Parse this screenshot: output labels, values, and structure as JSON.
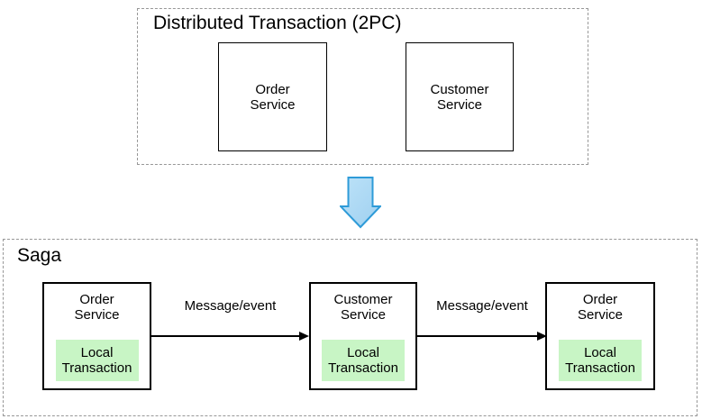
{
  "colors": {
    "canvas_bg": "#ffffff",
    "box_border": "#000000",
    "dashed_border": "#979797",
    "local_transaction_fill": "#c8f5c5",
    "down_arrow_stroke": "#2e9bd8",
    "down_arrow_fill_top": "#bce2f8",
    "down_arrow_fill_bottom": "#9fd0f0",
    "connector_color": "#000000",
    "text_color": "#000000"
  },
  "two_pc": {
    "title": "Distributed Transaction (2PC)",
    "services": [
      {
        "name_lines": [
          "Order",
          "Service"
        ]
      },
      {
        "name_lines": [
          "Customer",
          "Service"
        ]
      }
    ]
  },
  "saga": {
    "title": "Saga",
    "services": [
      {
        "name_lines": [
          "Order",
          "Service"
        ],
        "local_transaction_lines": [
          "Local",
          "Transaction"
        ]
      },
      {
        "name_lines": [
          "Customer",
          "Service"
        ],
        "local_transaction_lines": [
          "Local",
          "Transaction"
        ]
      },
      {
        "name_lines": [
          "Order",
          "Service"
        ],
        "local_transaction_lines": [
          "Local",
          "Transaction"
        ]
      }
    ],
    "connectors": [
      {
        "label": "Message/event"
      },
      {
        "label": "Message/event"
      }
    ]
  }
}
